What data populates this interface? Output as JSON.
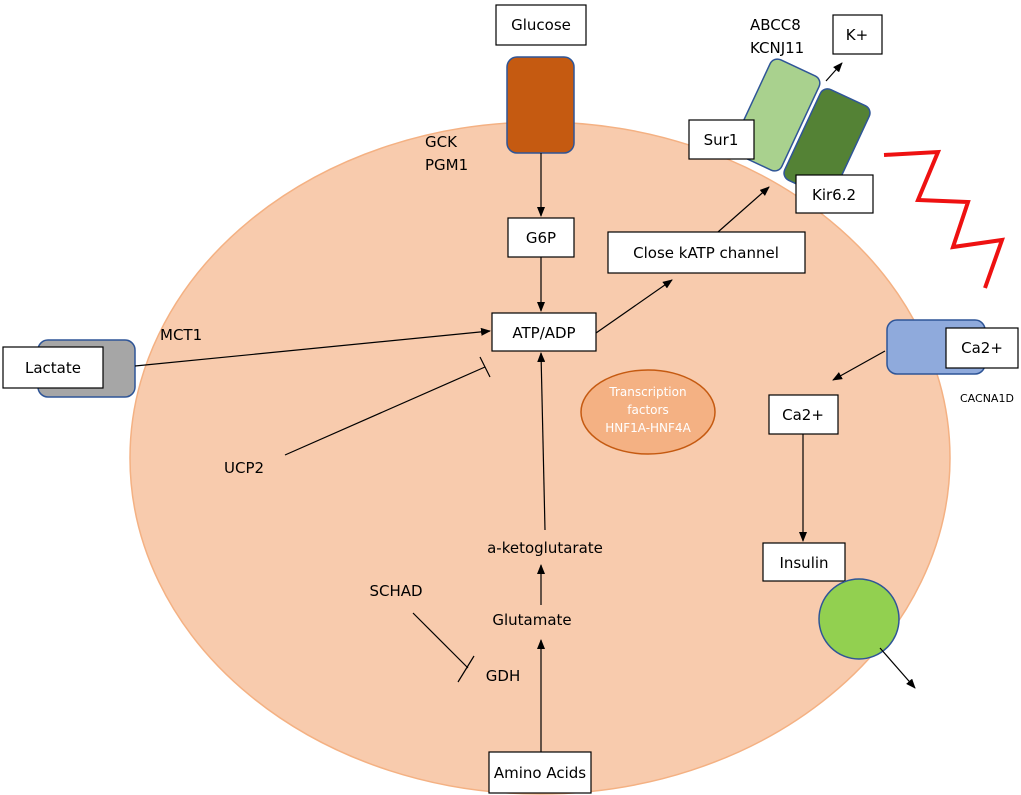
{
  "colors": {
    "cell_fill": "#f8cbad",
    "cell_stroke": "#f4b183",
    "glucose_transporter": "#c55a11",
    "sur1": "#a9d18e",
    "kir62": "#548235",
    "calcium_channel": "#8faadc",
    "lactate_transporter": "#a6a6a6",
    "insulin_vesicle": "#92d050",
    "signal_zigzag": "#ee1111",
    "transcription_fill": "#f4b183",
    "transcription_stroke": "#c55a11"
  },
  "nodes": {
    "glucose": "Glucose",
    "gck": "GCK",
    "pgm1": "PGM1",
    "g6p": "G6P",
    "atp_adp": "ATP/ADP",
    "close_katp": "Close kATP channel",
    "abcc8": "ABCC8",
    "kcnj11": "KCNJ11",
    "k_plus": "K+",
    "sur1": "Sur1",
    "kir62": "Kir6.2",
    "ca_channel_label": "Ca2+",
    "cacna1d": "CACNA1D",
    "ca_inner": "Ca2+",
    "insulin": "Insulin",
    "lactate": "Lactate",
    "mct1": "MCT1",
    "ucp2": "UCP2",
    "transcription_line1": "Transcription",
    "transcription_line2": "factors",
    "transcription_line3": "HNF1A-HNF4A",
    "a_ketoglutarate": "a-ketoglutarate",
    "glutamate": "Glutamate",
    "schad": "SCHAD",
    "gdh": "GDH",
    "amino_acids": "Amino Acids"
  }
}
